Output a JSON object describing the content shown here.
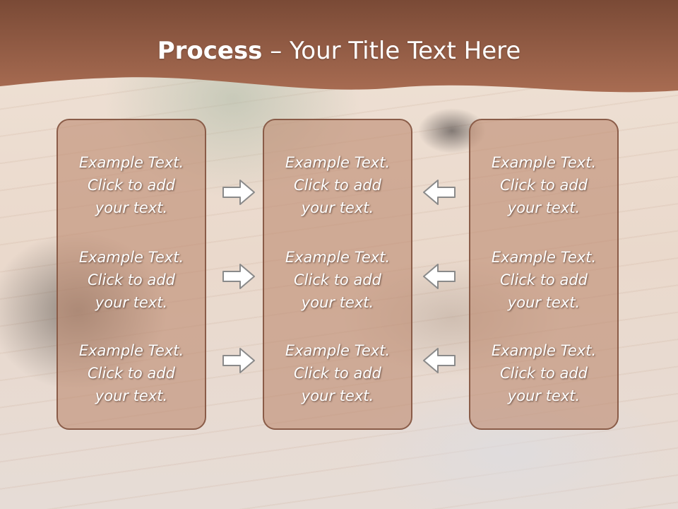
{
  "header": {
    "title_bold": "Process",
    "title_rest": " – Your Title Text Here"
  },
  "columns": [
    {
      "items": [
        "Example Text.\nClick  to add\nyour text.",
        "Example Text.\nClick  to add\nyour text.",
        "Example Text.\nClick  to add\nyour text."
      ]
    },
    {
      "items": [
        "Example Text.\nClick  to add\nyour text.",
        "Example Text.\nClick  to add\nyour text.",
        "Example Text.\nClick  to add\nyour text."
      ]
    },
    {
      "items": [
        "Example Text.\nClick  to add\nyour text.",
        "Example Text.\nClick  to add\nyour text.",
        "Example Text.\nClick  to add\nyour text."
      ]
    }
  ],
  "arrows": {
    "left_group": "right-arrow-icon",
    "right_group": "left-arrow-icon"
  },
  "colors": {
    "header": "#8a5a44",
    "panel": "#c49a85",
    "panel_border": "#8a5c48",
    "text": "#ffffff"
  }
}
